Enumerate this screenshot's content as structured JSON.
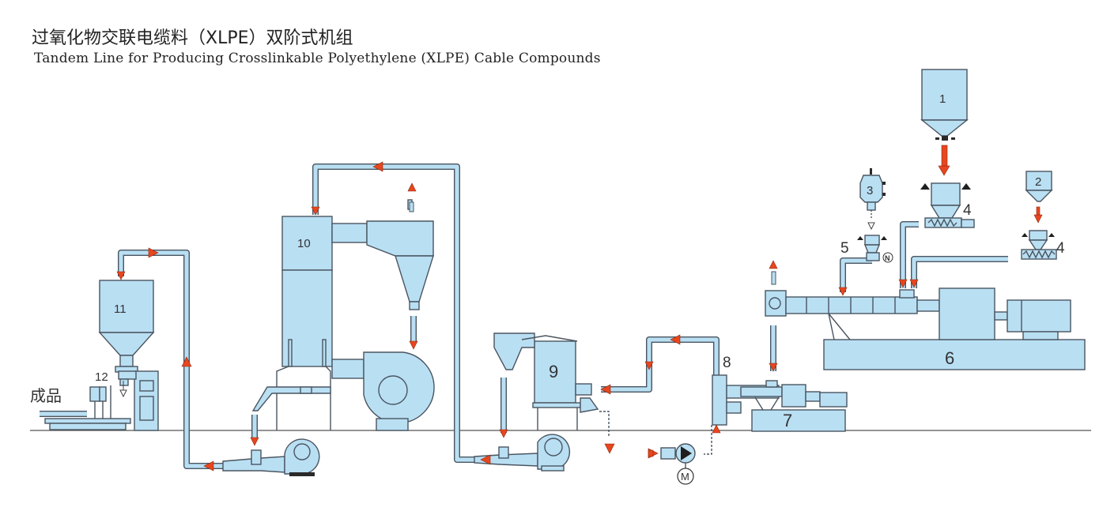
{
  "title": {
    "cn": "过氧化物交联电缆料（XLPE）双阶式机组",
    "en": "Tandem Line for Producing Crosslinkable Polyethylene (XLPE) Cable Compounds"
  },
  "labels": {
    "l1": "1",
    "l2": "2",
    "l3": "3",
    "l4a": "4",
    "l4b": "4",
    "l5": "5",
    "l6": "6",
    "l7": "7",
    "l8": "8",
    "l9": "9",
    "l10": "10",
    "l11": "11",
    "l12": "12",
    "product": "成品",
    "motor": "M",
    "nitrogen": "N"
  },
  "colors": {
    "equipment": "#b9dff3",
    "outline": "#4a5560",
    "arrow": "#e8461f"
  }
}
